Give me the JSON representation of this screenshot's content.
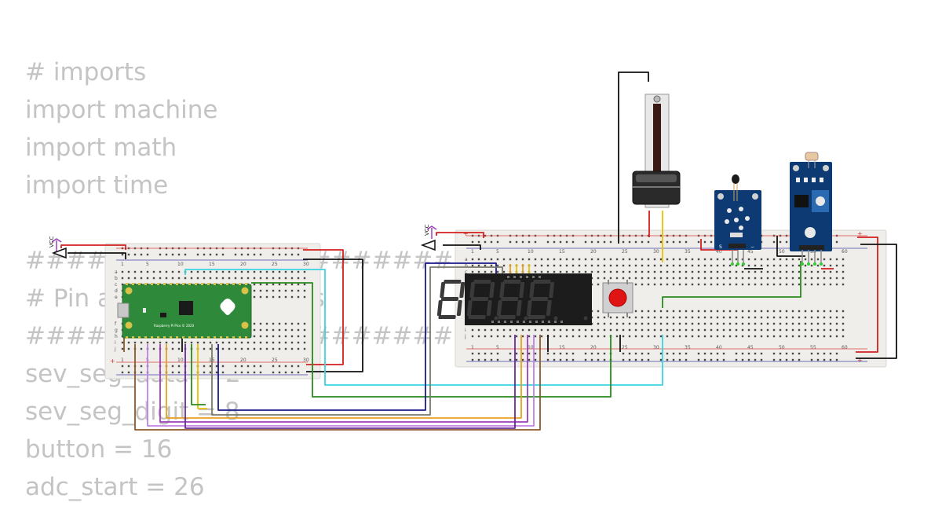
{
  "code_lines": [
    "# imports",
    "import machine",
    "import math",
    "import time",
    "",
    "####################################",
    "# Pin and configurations",
    "####################################",
    "sev_seg_data = 2",
    "sev_seg_digit = 8",
    "button = 16",
    "adc_start = 26"
  ],
  "labels": {
    "vcc_left": "VCC",
    "vcc_right": "VCC",
    "pico_text": "Raspberry Pi Pico © 2020",
    "thermistor_pins": [
      "S",
      "−"
    ],
    "plus_sign": "+",
    "row_letters_top": [
      "a",
      "b",
      "c",
      "d",
      "e"
    ],
    "row_letters_bottom": [
      "f",
      "g",
      "h",
      "i",
      "j"
    ]
  },
  "breadboard_left": {
    "column_numbers": [
      "1",
      "5",
      "10",
      "15",
      "20",
      "25",
      "30"
    ]
  },
  "breadboard_right": {
    "column_numbers": [
      "1",
      "5",
      "10",
      "15",
      "20",
      "25",
      "30",
      "35",
      "40",
      "45",
      "50",
      "55",
      "60"
    ]
  },
  "seven_segment": {
    "digits": [
      "8.",
      "8.",
      "8.",
      "8."
    ],
    "segment_color": "#3a3a3a"
  },
  "colors": {
    "code": "#c4c4c4",
    "breadboard": "#efeeeb",
    "pico_green": "#2e8a3a",
    "sensor_blue": "#0e3a73",
    "button_red": "#e01414",
    "wire_black": "#111111",
    "wire_red": "#d41f1f",
    "wire_cyan": "#3ad4e0",
    "wire_green": "#2a8a1e",
    "wire_navy": "#1a1a8c",
    "wire_gray": "#7a7a6a",
    "wire_purple": "#9b3fb8",
    "wire_brown": "#8b5a2b",
    "wire_orange": "#e8a020",
    "wire_yellow": "#e8c200",
    "wire_violet": "#c080e8"
  }
}
